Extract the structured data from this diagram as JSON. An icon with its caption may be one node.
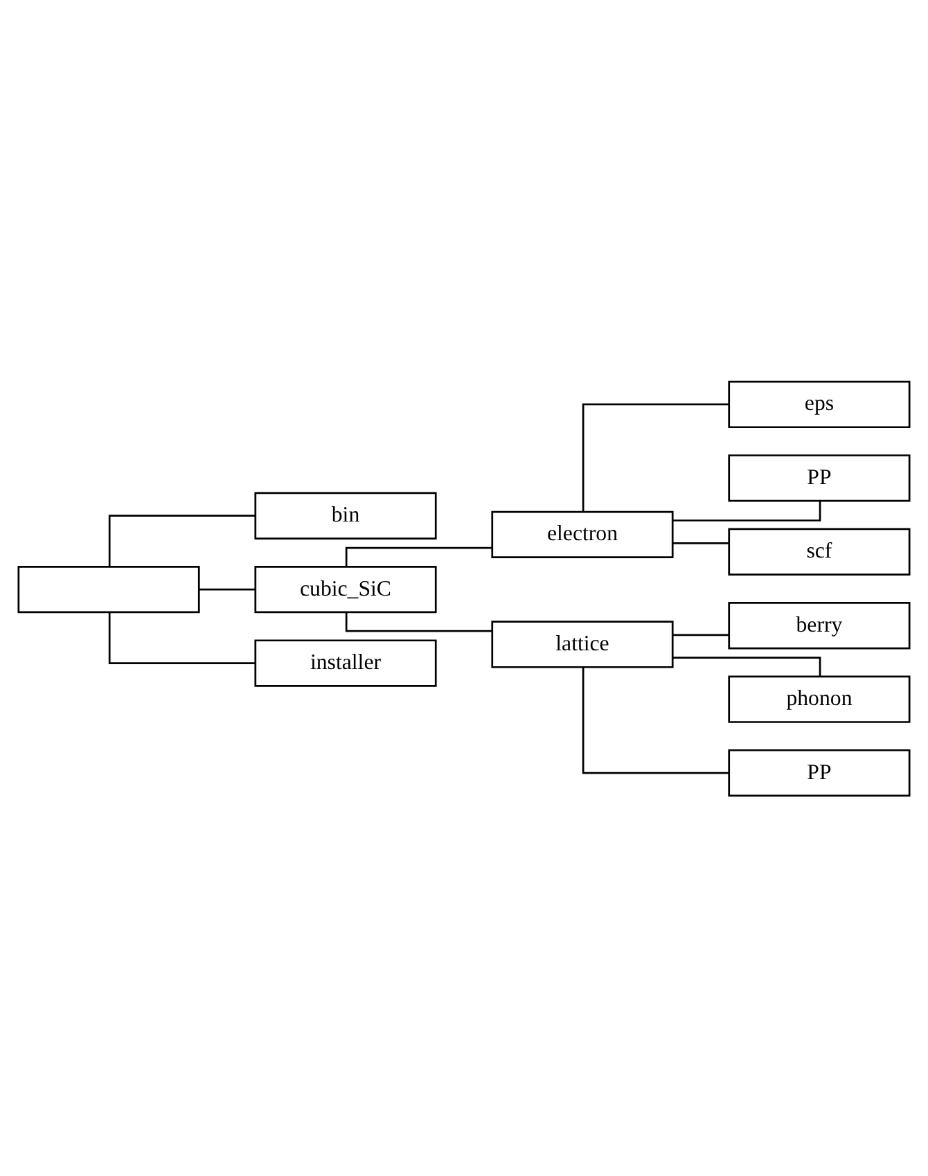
{
  "diagram": {
    "nodes": [
      {
        "text": [],
        "shape": "box"
      },
      {
        "text": [
          "bin"
        ]
      },
      {
        "text": [
          "cubic_SiC"
        ]
      },
      {
        "text": [
          "electron"
        ]
      },
      {
        "text": [
          "eps"
        ]
      },
      {
        "text": [
          "PP"
        ]
      },
      {
        "text": [
          "scf"
        ]
      },
      {
        "text": [
          "lattice"
        ]
      },
      {
        "text": [
          "berry"
        ]
      },
      {
        "text": [
          "phonon"
        ]
      },
      {
        "text": [
          "PP"
        ]
      },
      {
        "text": [
          "installer"
        ]
      }
    ],
    "edges": [
      {
        "from": 0,
        "to": 1,
        "arrow": "none"
      },
      {
        "from": 0,
        "to": 2,
        "arrow": "none"
      },
      {
        "from": 2,
        "to": 3,
        "arrow": "none"
      },
      {
        "from": 3,
        "to": 4,
        "arrow": "none"
      },
      {
        "from": 3,
        "to": 5,
        "arrow": "none"
      },
      {
        "from": 3,
        "to": 6,
        "arrow": "none"
      },
      {
        "from": 2,
        "to": 7,
        "arrow": "none"
      },
      {
        "from": 7,
        "to": 8,
        "arrow": "none"
      },
      {
        "from": 7,
        "to": 9,
        "arrow": "none"
      },
      {
        "from": 7,
        "to": 10,
        "arrow": "none"
      },
      {
        "from": 0,
        "to": 11,
        "arrow": "none"
      }
    ]
  }
}
